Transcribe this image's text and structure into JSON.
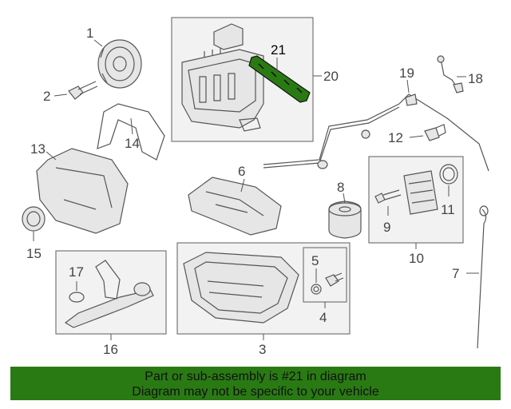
{
  "callouts": [
    "1",
    "2",
    "3",
    "4",
    "5",
    "6",
    "7",
    "8",
    "9",
    "10",
    "11",
    "12",
    "13",
    "14",
    "15",
    "16",
    "17",
    "18",
    "19",
    "20",
    "21"
  ],
  "highlight_color": "#2a7a14",
  "banner": {
    "line1": "Part or sub-assembly is #21 in diagram",
    "line2": "Diagram may not be specific to your vehicle"
  }
}
